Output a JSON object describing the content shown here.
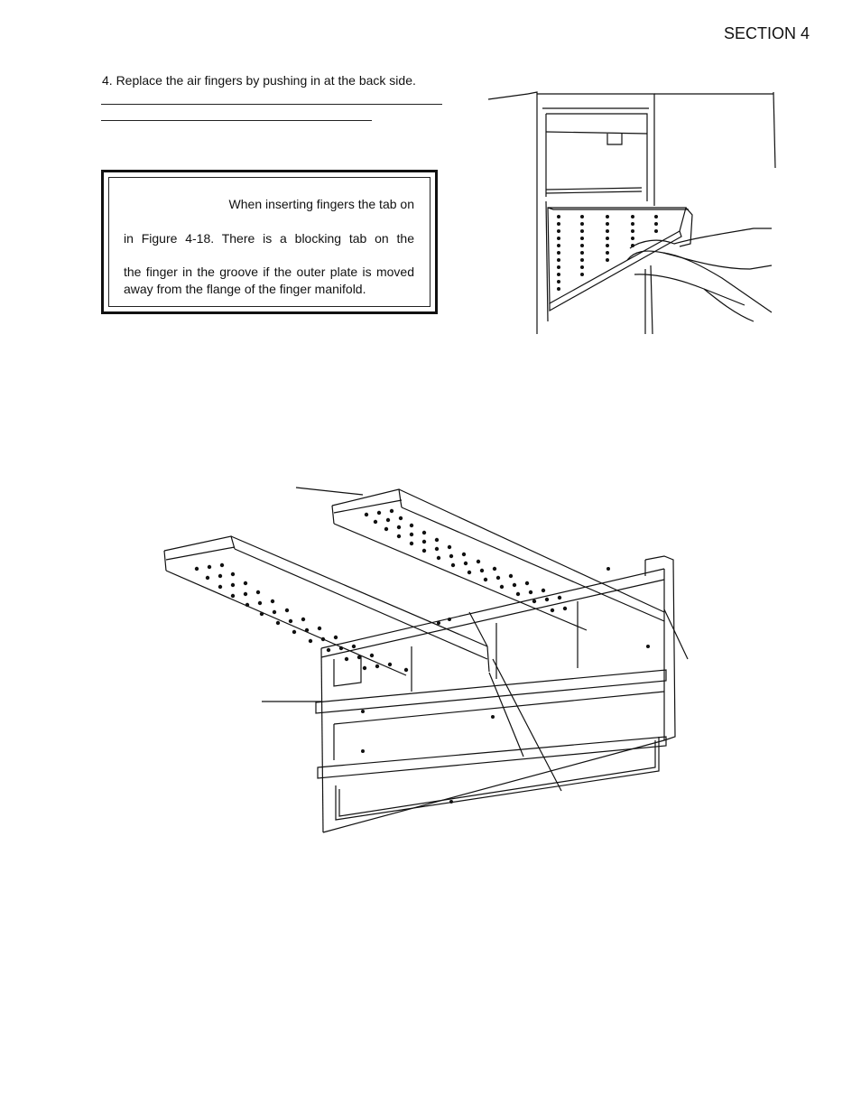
{
  "header": {
    "section": "SECTION 4"
  },
  "step": {
    "text": "4.  Replace the air fingers by pushing in at the back side."
  },
  "note": {
    "line1": "When inserting fingers the tab on",
    "line2": "in Figure 4-18. There is a blocking tab on the",
    "line3": "the finger in the groove if the outer plate is moved",
    "line4": "away from the flange of the finger manifold."
  },
  "figures": {
    "photo_icon": "hand-inserting-finger-illustration",
    "diagram_icon": "finger-manifold-assembly-illustration"
  }
}
